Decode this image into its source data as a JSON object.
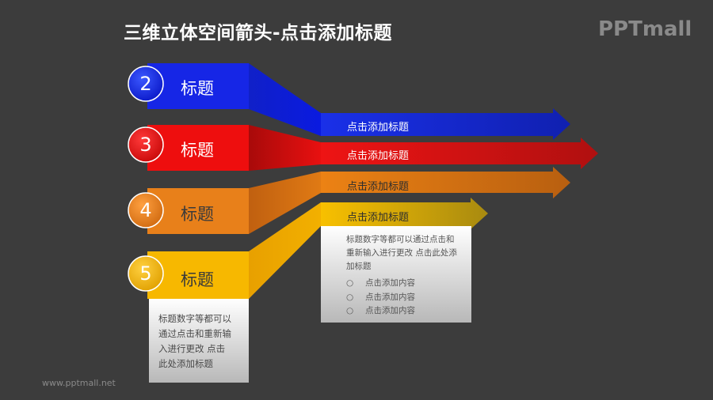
{
  "header": {
    "title": "三维立体空间箭头-点击添加标题"
  },
  "logo": {
    "text": "PPTmall"
  },
  "footer": {
    "url": "www.pptmall.net"
  },
  "colors": {
    "blue": "#1a2ff0",
    "red": "#e80c0c",
    "orange": "#e87a12",
    "yellow": "#f5b400"
  },
  "items": [
    {
      "num": "2",
      "label": "标题",
      "arrow_text": "点击添加标题",
      "color": "blue"
    },
    {
      "num": "3",
      "label": "标题",
      "arrow_text": "点击添加标题",
      "color": "red"
    },
    {
      "num": "4",
      "label": "标题",
      "arrow_text": "点击添加标题",
      "color": "orange"
    },
    {
      "num": "5",
      "label": "标题",
      "arrow_text": "点击添加标题",
      "color": "yellow"
    }
  ],
  "card_left": {
    "lines": [
      "标题数字等都可以",
      "通过点击和重新输",
      "入进行更改 点击",
      "此处添加标题"
    ]
  },
  "card_right": {
    "lines": [
      "标题数字等都可以通过点击和",
      "重新输入进行更改 点击此处添",
      "加标题"
    ],
    "bullet_symbol": "○",
    "bullets": [
      "点击添加内容",
      "点击添加内容",
      "点击添加内容"
    ]
  }
}
